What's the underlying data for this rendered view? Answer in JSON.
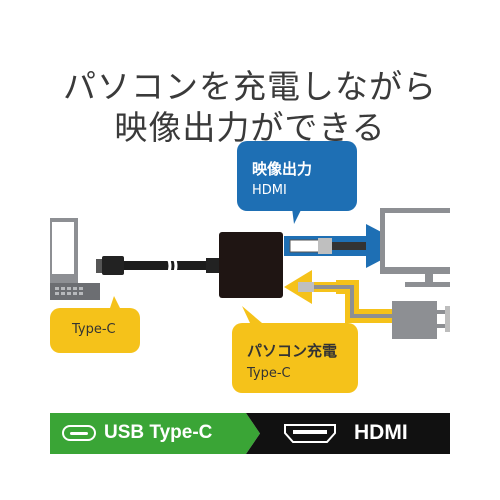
{
  "headline": {
    "line1": "パソコンを充電しながら",
    "line2": "映像出力ができる"
  },
  "callouts": {
    "video_output": {
      "title": "映像出力",
      "subtitle": "HDMI"
    },
    "input": {
      "label": "Type-C"
    },
    "charging": {
      "title": "パソコン充電",
      "subtitle": "Type-C"
    }
  },
  "bottom_bar": {
    "left_label": "USB Type-C",
    "right_label": "HDMI",
    "left_icon": "usb-c-port-icon",
    "right_icon": "hdmi-port-icon"
  },
  "colors": {
    "blue": "#1e6fb4",
    "yellow": "#f5c21a",
    "green": "#3aa536",
    "black": "#111111",
    "text": "#3a3a3a"
  }
}
